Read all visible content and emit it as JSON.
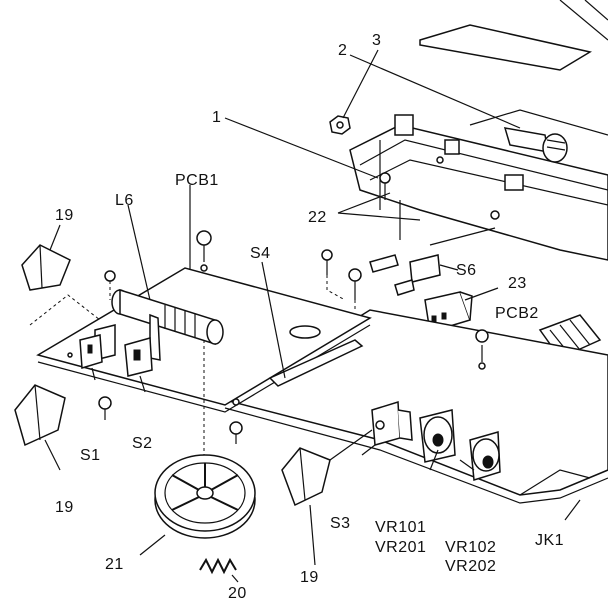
{
  "colors": {
    "ink": "#111111",
    "paper": "#ffffff"
  },
  "labels": {
    "l1": "1",
    "l2": "2",
    "l3": "3",
    "pcb1": "PCB1",
    "l6": "L6",
    "s4": "S4",
    "l19_top": "19",
    "l22": "22",
    "s6": "S6",
    "l23": "23",
    "pcb2": "PCB2",
    "s1": "S1",
    "s2": "S2",
    "l19_left": "19",
    "s3": "S3",
    "vr101": "VR101",
    "vr201": "VR201",
    "vr102": "VR102",
    "vr202": "VR202",
    "jk1": "JK1",
    "l21": "21",
    "l20": "20",
    "l19_bottom": "19"
  }
}
